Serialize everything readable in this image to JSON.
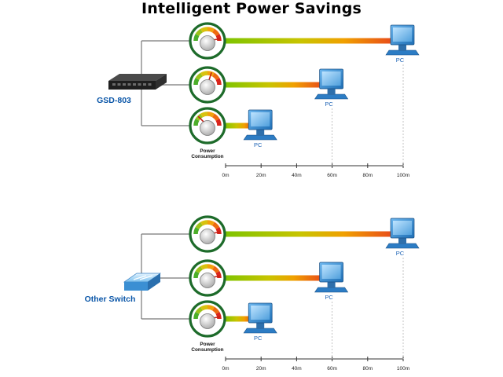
{
  "title": "Intelligent Power Savings",
  "colors": {
    "accent": "#0a56a8",
    "ring": "#1d6b2a",
    "bar_start": "#7cc400",
    "bar_end": "#e8471b"
  },
  "panels": [
    {
      "switch_label": "GSD-803",
      "switch_icon": "desktop-switch-icon",
      "links": [
        {
          "pc_label": "PC",
          "distance_m": 100,
          "gauge_level": 0.95
        },
        {
          "pc_label": "PC",
          "distance_m": 60,
          "gauge_level": 0.6
        },
        {
          "pc_label": "PC",
          "distance_m": 20,
          "gauge_level": 0.25
        }
      ],
      "power_label_line1": "Power",
      "power_label_line2": "Consumption",
      "axis_ticks": [
        "0m",
        "20m",
        "40m",
        "60m",
        "80m",
        "100m"
      ]
    },
    {
      "switch_label": "Other Switch",
      "switch_icon": "generic-switch-icon",
      "links": [
        {
          "pc_label": "PC",
          "distance_m": 100,
          "gauge_level": 0.95
        },
        {
          "pc_label": "PC",
          "distance_m": 60,
          "gauge_level": 0.95
        },
        {
          "pc_label": "PC",
          "distance_m": 20,
          "gauge_level": 0.95
        }
      ],
      "power_label_line1": "Power",
      "power_label_line2": "Consumption",
      "axis_ticks": [
        "0m",
        "20m",
        "40m",
        "60m",
        "80m",
        "100m"
      ]
    }
  ]
}
